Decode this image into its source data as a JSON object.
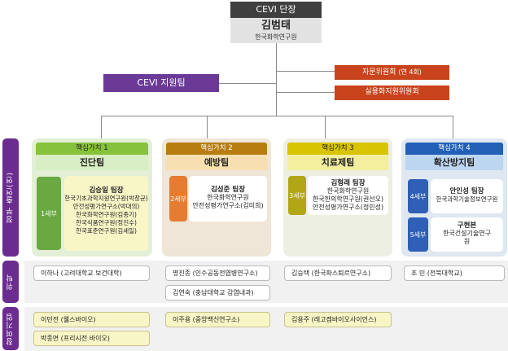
{
  "head": {
    "title": "CEVI 단장",
    "name": "김범태",
    "org": "한국화학연구원"
  },
  "support_team": "CEVI 지원팀",
  "advisory": {
    "label": "자문위원회",
    "note": "(연 4회)"
  },
  "commercial": "실용화지원위원회",
  "side_labels": {
    "gov": "정부 출연(연)",
    "commission": "위탁",
    "participation": "참여기업"
  },
  "values": [
    {
      "tag": "핵심가치 1",
      "team": "진단팀",
      "unit": "1세부",
      "leader": "김승일 팀장",
      "lines": [
        "한국기초과학지원연구원(박창균)",
        "안전성평가연구소(박대의)",
        "한국화학연구원(김종기)",
        "한국식품연구원(정진수)",
        "한국표준연구원(김세일)"
      ],
      "colors": {
        "tag": "#86c23c",
        "team": "#d8eec3",
        "body": "#e3efd6",
        "unit": "#6aa841",
        "text": "#222222"
      }
    },
    {
      "tag": "핵심가치 2",
      "team": "예방팀",
      "unit": "2세부",
      "leader": "김성준 팀장",
      "lines": [
        "한국화학연구원",
        "안전성평가연구소(김미희)"
      ],
      "colors": {
        "tag": "#b77d10",
        "team": "#f7dfb0",
        "body": "#efe6d8",
        "unit": "#e57c32",
        "text": "#222222"
      }
    },
    {
      "tag": "핵심가치 3",
      "team": "치료제팀",
      "unit": "3세부",
      "leader": "김형래 팀장",
      "lines": [
        "한국화학연구원",
        "한국한의학연구원(권선오)",
        "안전성평가연구소(정민성)"
      ],
      "colors": {
        "tag": "#d8c400",
        "team": "#f3ef9e",
        "body": "#edefe2",
        "unit": "#b1a615",
        "text": "#222222"
      }
    },
    {
      "tag": "핵심가치 4",
      "team": "확산방지팀",
      "units": [
        {
          "unit": "4세부",
          "leader": "안인성 팀장",
          "lines": [
            "한국과학기술정보연구원"
          ]
        },
        {
          "unit": "5세부",
          "leader": "구현본",
          "lines": [
            "한국건설기술연구",
            "원"
          ]
        }
      ],
      "colors": {
        "tag": "#2160b6",
        "team": "#bcd6f1",
        "body": "#dfe7f1",
        "unit": "#2f5fb6",
        "text": "#ffffff"
      }
    }
  ],
  "commission": [
    [
      "이하나 (고려대학교 보건대학)"
    ],
    [
      "명진종 (인수공동전염병연구소)",
      "김연숙 (충남대학교 감염내과)"
    ],
    [
      "김승택 (한국파스퇴르연구소)"
    ],
    [
      "조 민 (전북대학교)"
    ]
  ],
  "participation": [
    [
      "이민전 (웰스바이오)",
      "박종면 (프리시전 바이오)"
    ],
    [
      "이주용 (중앙백신연구소)"
    ],
    [
      "김용주 (레고켐바이오사이언스)"
    ]
  ]
}
